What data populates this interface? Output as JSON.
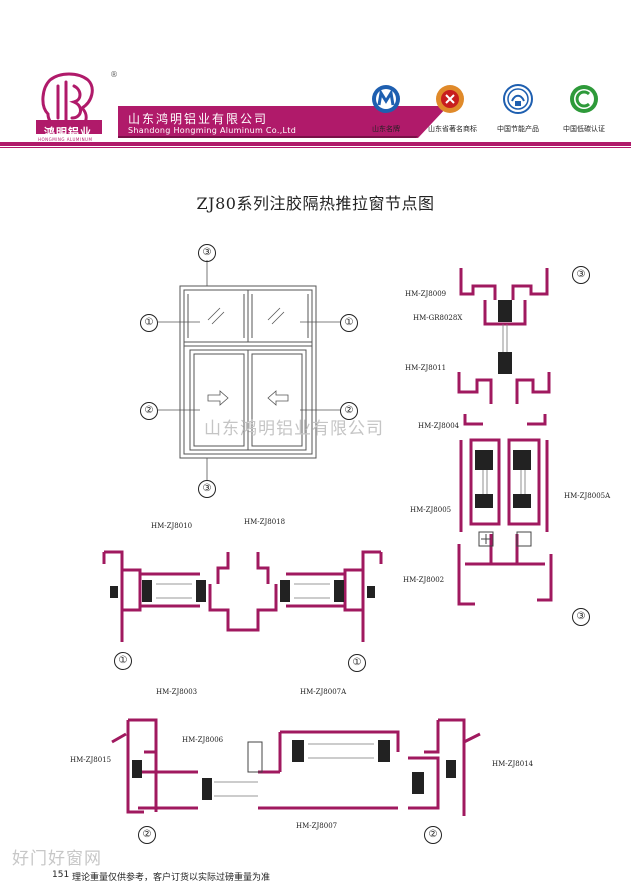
{
  "header": {
    "logo_text_cn": "鸿明铝业",
    "logo_text_en": "HONGMING ALUMINUM",
    "registered_mark": "®",
    "company_name_cn": "山东鸿明铝业有限公司",
    "company_name_en": "Shandong Hongming Aluminum Co.,Ltd",
    "badges": [
      {
        "label": "山东名牌",
        "icon": "shandong-brand-icon"
      },
      {
        "label": "山东省著名商标",
        "icon": "famous-trademark-icon"
      },
      {
        "label": "中国节能产品",
        "icon": "energy-saving-icon"
      },
      {
        "label": "中国低碳认证",
        "icon": "low-carbon-icon"
      }
    ],
    "colors": {
      "brand": "#b01a6a",
      "profile": "#a0195f"
    }
  },
  "title": "ZJ80系列注胶隔热推拉窗节点图",
  "elevation": {
    "markers": [
      "③",
      "①",
      "①",
      "②",
      "②",
      "③"
    ]
  },
  "vertical_section": {
    "marker_top": "③",
    "marker_bottom": "③",
    "labels": [
      "HM-ZJ8009",
      "HM-GR8028X",
      "HM-ZJ8011",
      "HM-ZJ8004",
      "HM-ZJ8005",
      "HM-ZJ8005A",
      "HM-ZJ8002"
    ]
  },
  "section_1": {
    "labels": [
      "HM-ZJ8010",
      "HM-ZJ8018"
    ],
    "markers": [
      "①",
      "①"
    ]
  },
  "section_2": {
    "labels": [
      "HM-ZJ8003",
      "HM-ZJ8007A",
      "HM-ZJ8006",
      "HM-ZJ8015",
      "HM-ZJ8014",
      "HM-ZJ8007"
    ],
    "markers": [
      "②",
      "②"
    ]
  },
  "watermark": "山东鸿明铝业有限公司",
  "footer": {
    "brand": "好门好窗网",
    "page_number": "151",
    "note": "理论重量仅供参考，客户订货以实际过磅重量为准"
  }
}
